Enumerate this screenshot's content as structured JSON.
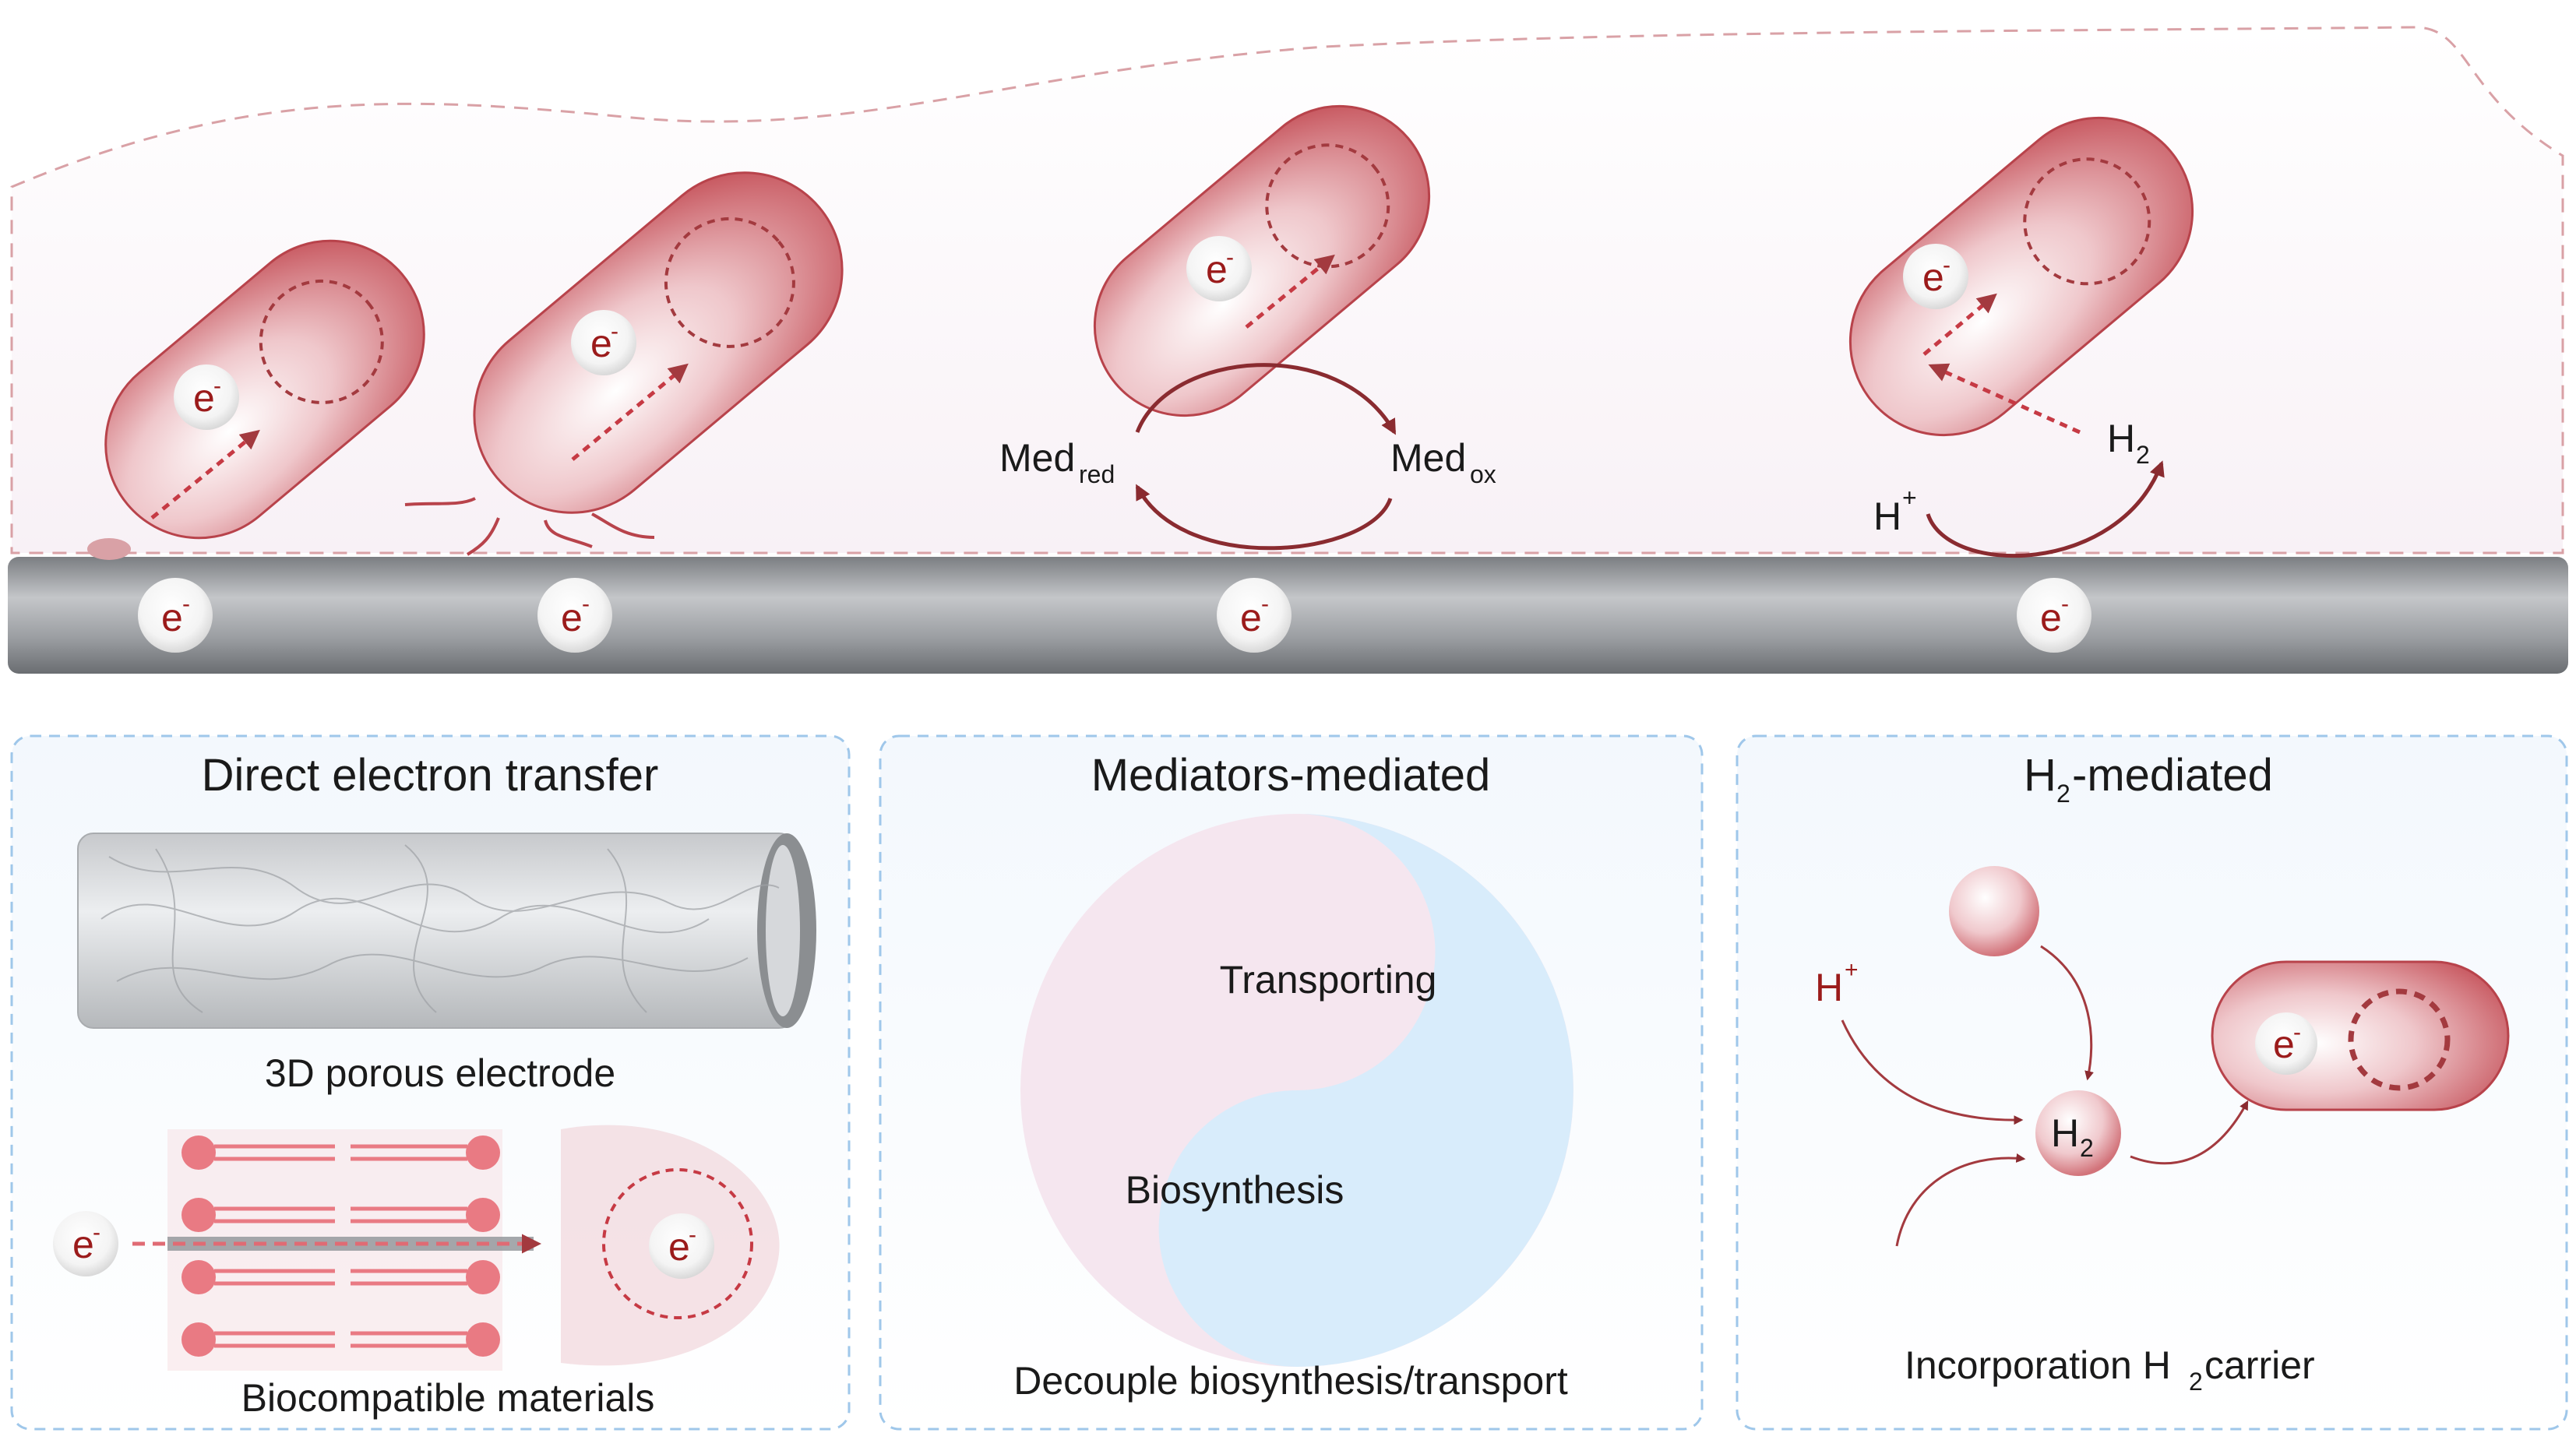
{
  "electron": {
    "symbol": "e",
    "charge": "-"
  },
  "top_section": {
    "mediator_reduced": {
      "base": "Med",
      "sub": "red"
    },
    "mediator_oxidized": {
      "base": "Med",
      "sub": "ox"
    },
    "proton": {
      "base": "H",
      "sup": "+"
    },
    "hydrogen": {
      "base": "H",
      "sub": "2"
    }
  },
  "panels": [
    {
      "title": "Direct electron transfer",
      "captions": [
        "3D porous electrode",
        "Biocompatible materials"
      ]
    },
    {
      "title": "Mediators-mediated",
      "yin_yang": {
        "upper_label": "Transporting",
        "lower_label": "Biosynthesis"
      },
      "captions": [
        "Decouple biosynthesis/transport"
      ]
    },
    {
      "title_parts": {
        "base": "H",
        "sub": "2",
        "rest": "-mediated"
      },
      "proton": {
        "base": "H",
        "sup": "+"
      },
      "hydrogen": {
        "base": "H",
        "sub": "2"
      },
      "caption_parts": {
        "prefix": "Incorporation H",
        "sub": "2",
        "suffix": " carrier"
      }
    }
  ],
  "colors": {
    "cell": "#c9575f",
    "cell_light": "#f6dcdf",
    "arrow": "#a33a3f",
    "electrode": "#9fa2a6",
    "panel_border": "#9fc7ea",
    "mediator_blue": "#d8ecfb",
    "mediator_pink": "#f5e6ef"
  },
  "icons": [
    "bacterium-cell-icon",
    "electron-bubble-icon",
    "porous-electrode-tube-icon",
    "lipid-bilayer-icon",
    "yin-yang-icon",
    "hydrogen-bubble-icon"
  ]
}
